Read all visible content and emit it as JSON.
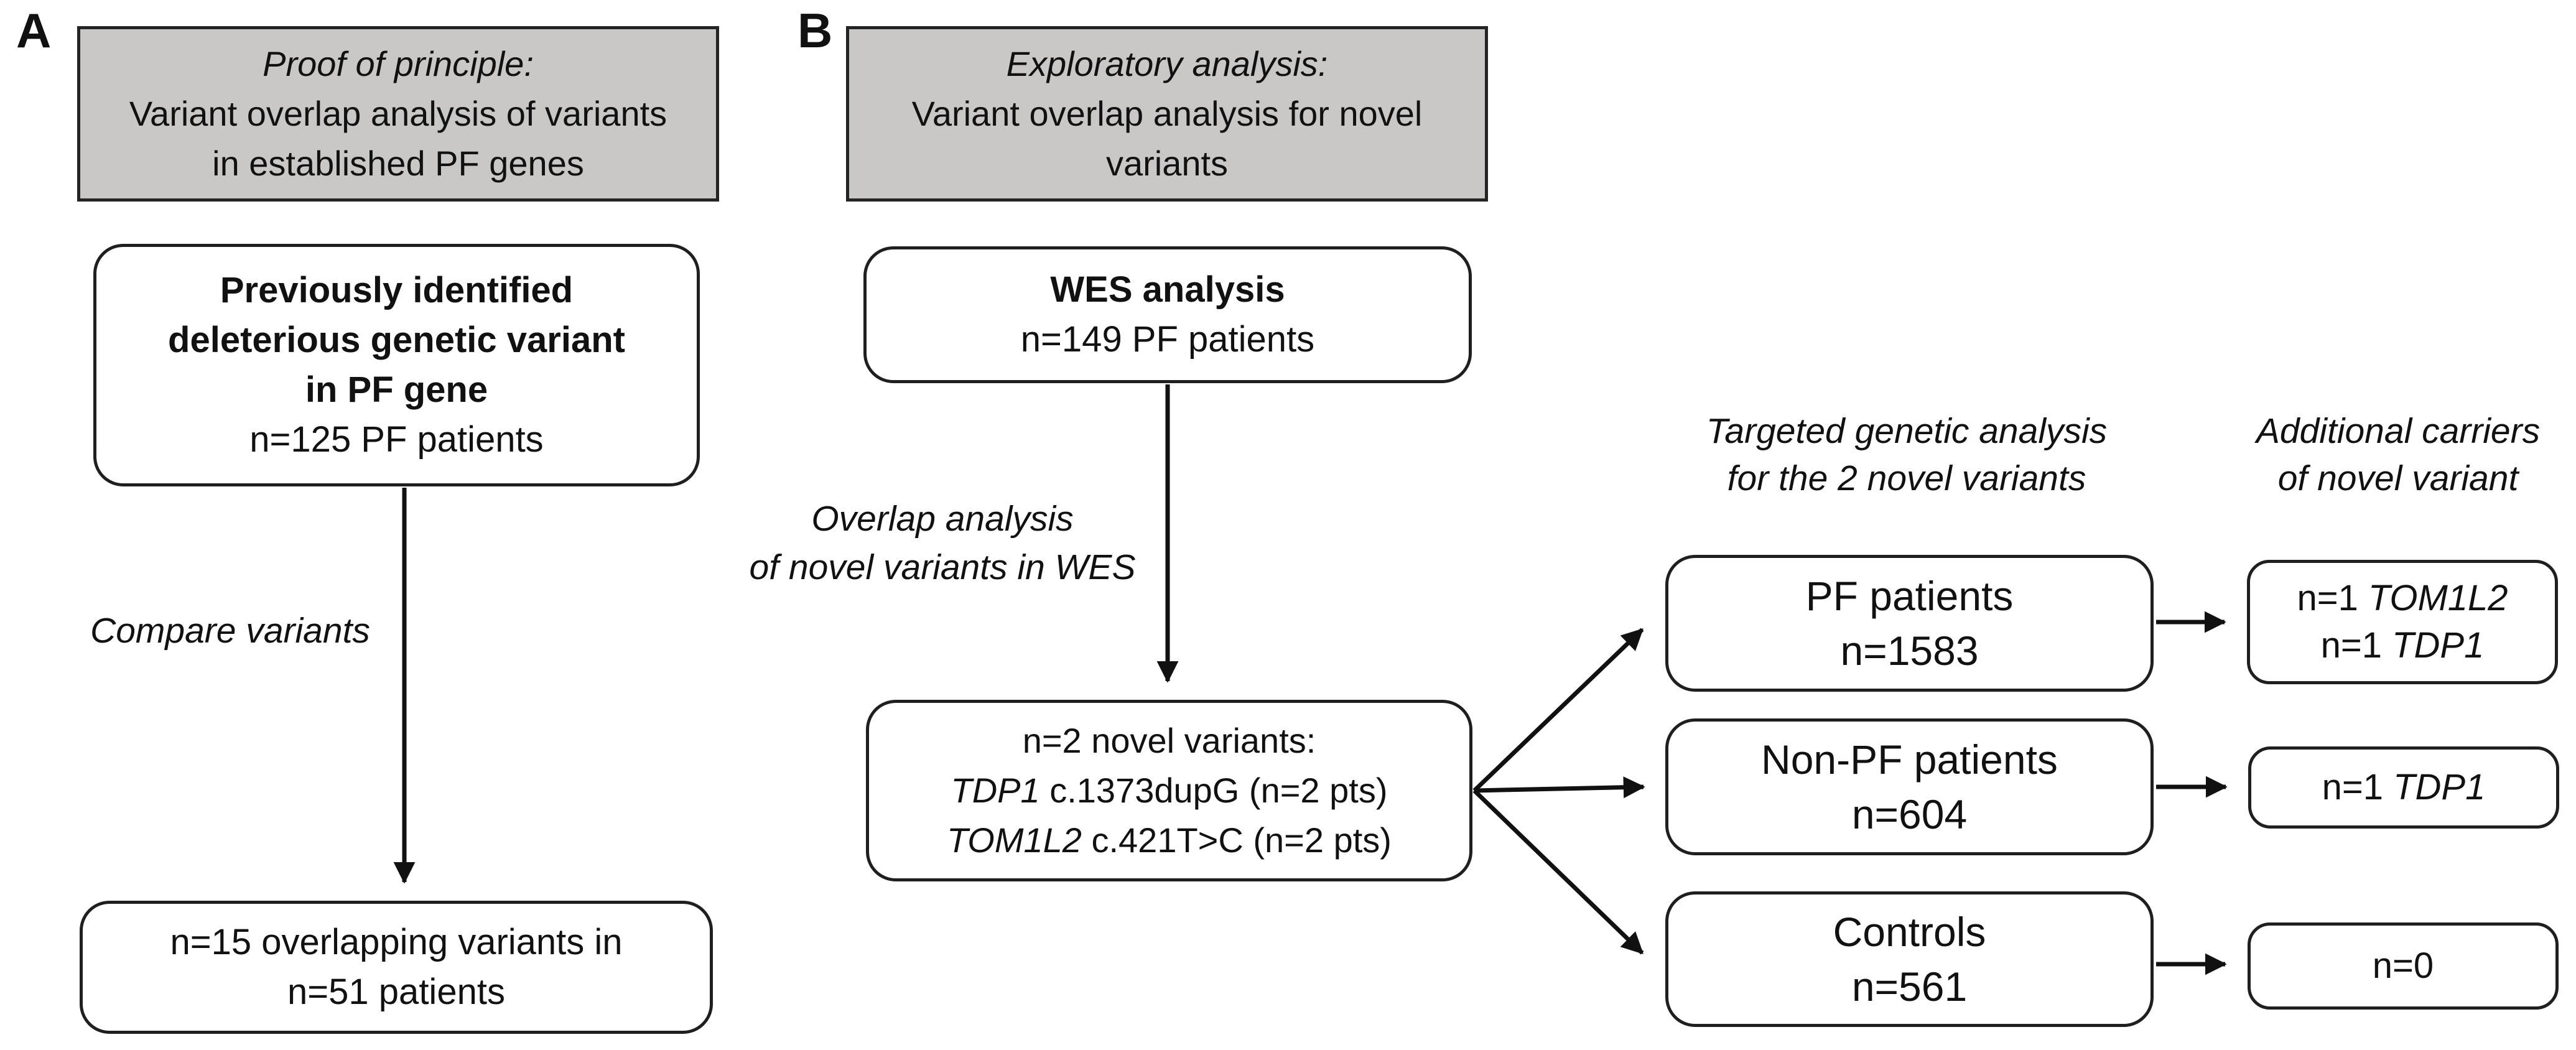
{
  "panel_a": {
    "label": "A",
    "header": {
      "line1_italic": "Proof of principle:",
      "line2": "Variant overlap analysis of variants",
      "line3": "in established PF genes"
    },
    "box_top": {
      "bold_lines": [
        "Previously identified",
        "deleterious genetic variant",
        "in PF gene"
      ],
      "normal_line": "n=125 PF patients"
    },
    "arrow_label": "Compare variants",
    "box_bottom": {
      "line1": "n=15 overlapping variants in",
      "line2": "n=51 patients"
    }
  },
  "panel_b": {
    "label": "B",
    "header": {
      "line1_italic": "Exploratory analysis:",
      "line2": "Variant overlap analysis for novel",
      "line3": "variants"
    },
    "box_wes": {
      "bold_line": "WES analysis",
      "normal_line": "n=149 PF patients"
    },
    "arrow_label": {
      "line1": "Overlap analysis",
      "line2": "of novel variants in WES"
    },
    "box_variants": {
      "line1": "n=2 novel variants:",
      "variant1": {
        "gene": "TDP1",
        "rest": " c.1373dupG (n=2 pts)"
      },
      "variant2": {
        "gene": "TOM1L2",
        "rest": " c.421T>C (n=2 pts)"
      }
    },
    "targeted_column": {
      "header": {
        "line1": "Targeted genetic analysis",
        "line2": "for the 2 novel variants"
      },
      "boxes": [
        {
          "name": "PF patients",
          "count": "n=1583"
        },
        {
          "name": "Non-PF patients",
          "count": "n=604"
        },
        {
          "name": "Controls",
          "count": "n=561"
        }
      ]
    },
    "carriers_column": {
      "header": {
        "line1": "Additional carriers",
        "line2": "of novel variant"
      },
      "box1": {
        "row1": {
          "prefix": "n=1 ",
          "gene": "TOM1L2"
        },
        "row2": {
          "prefix": "n=1 ",
          "gene": "TDP1"
        }
      },
      "box2": {
        "row1": {
          "prefix": "n=1 ",
          "gene": "TDP1"
        }
      },
      "box3": {
        "row1": {
          "prefix": "n=0",
          "gene": ""
        }
      }
    }
  },
  "colors": {
    "background": "#ffffff",
    "gray_fill": "#cac8c6",
    "box_border": "#1f1f1f",
    "arrow": "#111111",
    "text": "#111111"
  }
}
